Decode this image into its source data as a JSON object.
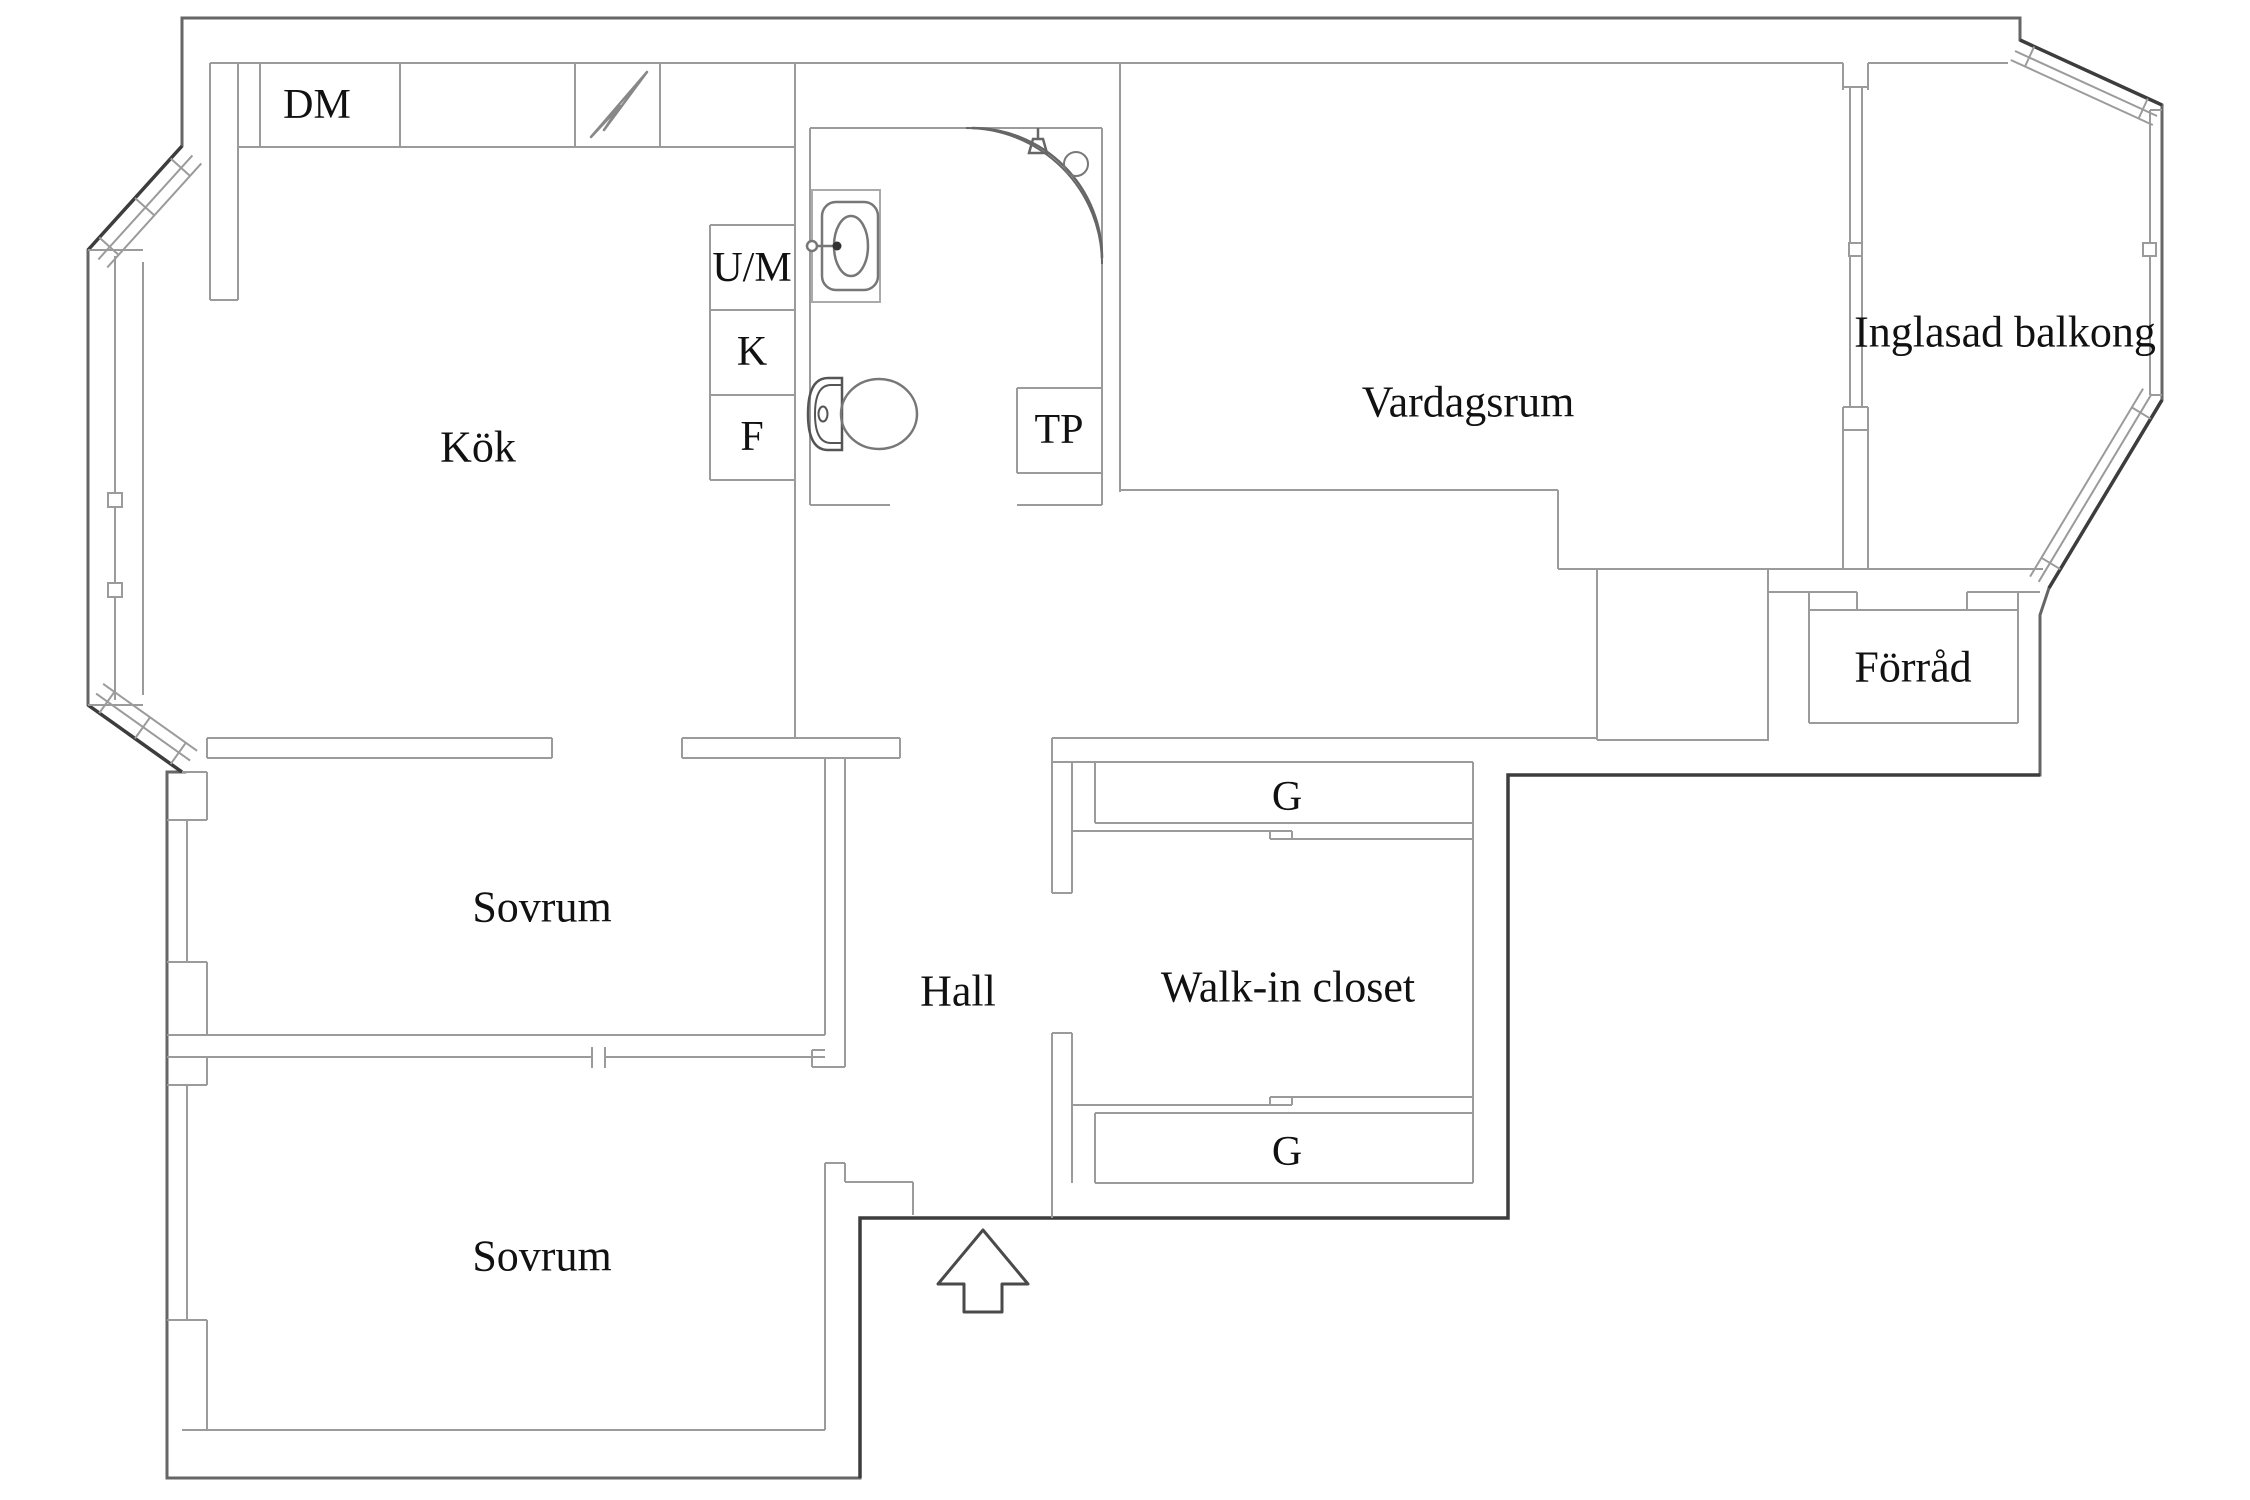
{
  "plan": {
    "type": "apartment-floor-plan",
    "language": "Swedish",
    "background_color": "#ffffff",
    "wall_color": "#666666",
    "dark_wall_color": "#3d3d3d",
    "interior_line_color": "#9b9b9b",
    "fixture_line_color": "#777777",
    "text_color": "#111111"
  },
  "rooms": {
    "kok": {
      "label": "Kök"
    },
    "vardagsrum": {
      "label": "Vardagsrum"
    },
    "inglasad_balkong": {
      "label": "Inglasad balkong"
    },
    "forrad": {
      "label": "Förråd"
    },
    "sovrum_1": {
      "label": "Sovrum"
    },
    "sovrum_2": {
      "label": "Sovrum"
    },
    "hall": {
      "label": "Hall"
    },
    "walk_in_closet": {
      "label": "Walk-in closet"
    }
  },
  "fixtures": {
    "dm": {
      "label": "DM"
    },
    "um": {
      "label": "U/M"
    },
    "k": {
      "label": "K"
    },
    "f": {
      "label": "F"
    },
    "tp": {
      "label": "TP"
    },
    "g_top": {
      "label": "G"
    },
    "g_bottom": {
      "label": "G"
    }
  },
  "icons": [
    "entrance-arrow-icon",
    "stove-lightning-icon",
    "sink-icon",
    "toilet-icon",
    "shower-corner-icon",
    "window-handle-icon"
  ]
}
